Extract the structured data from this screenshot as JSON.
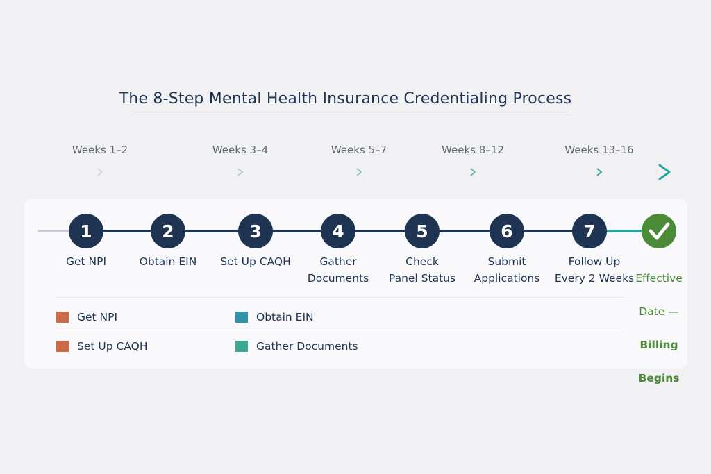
{
  "title": "The 8-Step Mental Health Insurance Credentialing Process",
  "weeks": [
    {
      "label": "Weeks 1–2"
    },
    {
      "label": "Weeks 3–4"
    },
    {
      "label": "Weeks 5–7"
    },
    {
      "label": "Weeks 8–12"
    },
    {
      "label": "Weeks 13–16"
    }
  ],
  "steps": [
    {
      "number": "1",
      "label": "Get NPI"
    },
    {
      "number": "2",
      "label": "Obtain EIN"
    },
    {
      "number": "3",
      "label": "Set Up CAQH"
    },
    {
      "number": "4",
      "label": "Gather\nDocuments"
    },
    {
      "number": "5",
      "label": "Check\nPanel Status"
    },
    {
      "number": "6",
      "label": "Submit\nApplications"
    },
    {
      "number": "7",
      "label": "Follow Up\nEvery 2 Weeks"
    }
  ],
  "final_step": {
    "icon": "checkmark-icon",
    "line1": "Effective",
    "line2": "Date —",
    "line3": "Billing",
    "line4": "Begins"
  },
  "legend": [
    {
      "label": "Get NPI",
      "color": "#cc6b45"
    },
    {
      "label": "Obtain EIN",
      "color": "#2f93ad"
    },
    {
      "label": "Set Up CAQH",
      "color": "#cc6b45"
    },
    {
      "label": "Gather Documents",
      "color": "#3aa892"
    }
  ],
  "colors": {
    "step_circle": "#1f3452",
    "final_circle": "#4b8a37",
    "timeline_start": "#d4d9e0",
    "timeline_end": "#2aa39a"
  }
}
